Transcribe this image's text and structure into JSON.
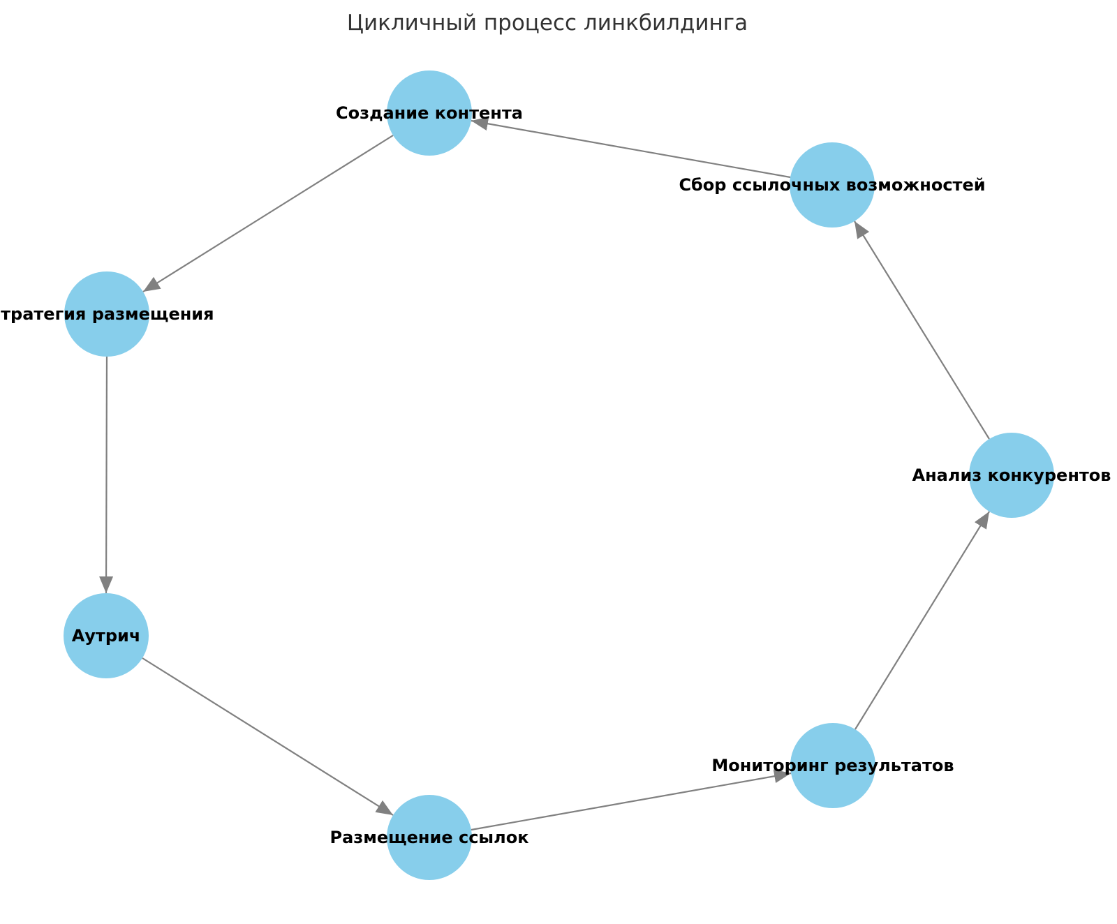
{
  "title": "Цикличный процесс линкбилдинга",
  "diagram": {
    "type": "directed-cycle-graph",
    "nodes": [
      {
        "id": "content-creation",
        "label": "Создание контента"
      },
      {
        "id": "link-opportunities",
        "label": "Сбор ссылочных возможностей"
      },
      {
        "id": "competitor-analysis",
        "label": "Анализ конкурентов"
      },
      {
        "id": "results-monitoring",
        "label": "Мониторинг результатов"
      },
      {
        "id": "link-placement",
        "label": "Размещение ссылок"
      },
      {
        "id": "outreach",
        "label": "Аутрич"
      },
      {
        "id": "placement-strategy",
        "label": "Стратегия размещения"
      }
    ],
    "edges": [
      {
        "from": "link-opportunities",
        "to": "content-creation"
      },
      {
        "from": "content-creation",
        "to": "placement-strategy"
      },
      {
        "from": "placement-strategy",
        "to": "outreach"
      },
      {
        "from": "outreach",
        "to": "link-placement"
      },
      {
        "from": "link-placement",
        "to": "results-monitoring"
      },
      {
        "from": "results-monitoring",
        "to": "competitor-analysis"
      },
      {
        "from": "competitor-analysis",
        "to": "link-opportunities"
      }
    ],
    "colors": {
      "node_fill": "#87CEEB",
      "edge": "#808080",
      "label": "#000000",
      "title": "#333333",
      "background": "#FFFFFF"
    }
  }
}
